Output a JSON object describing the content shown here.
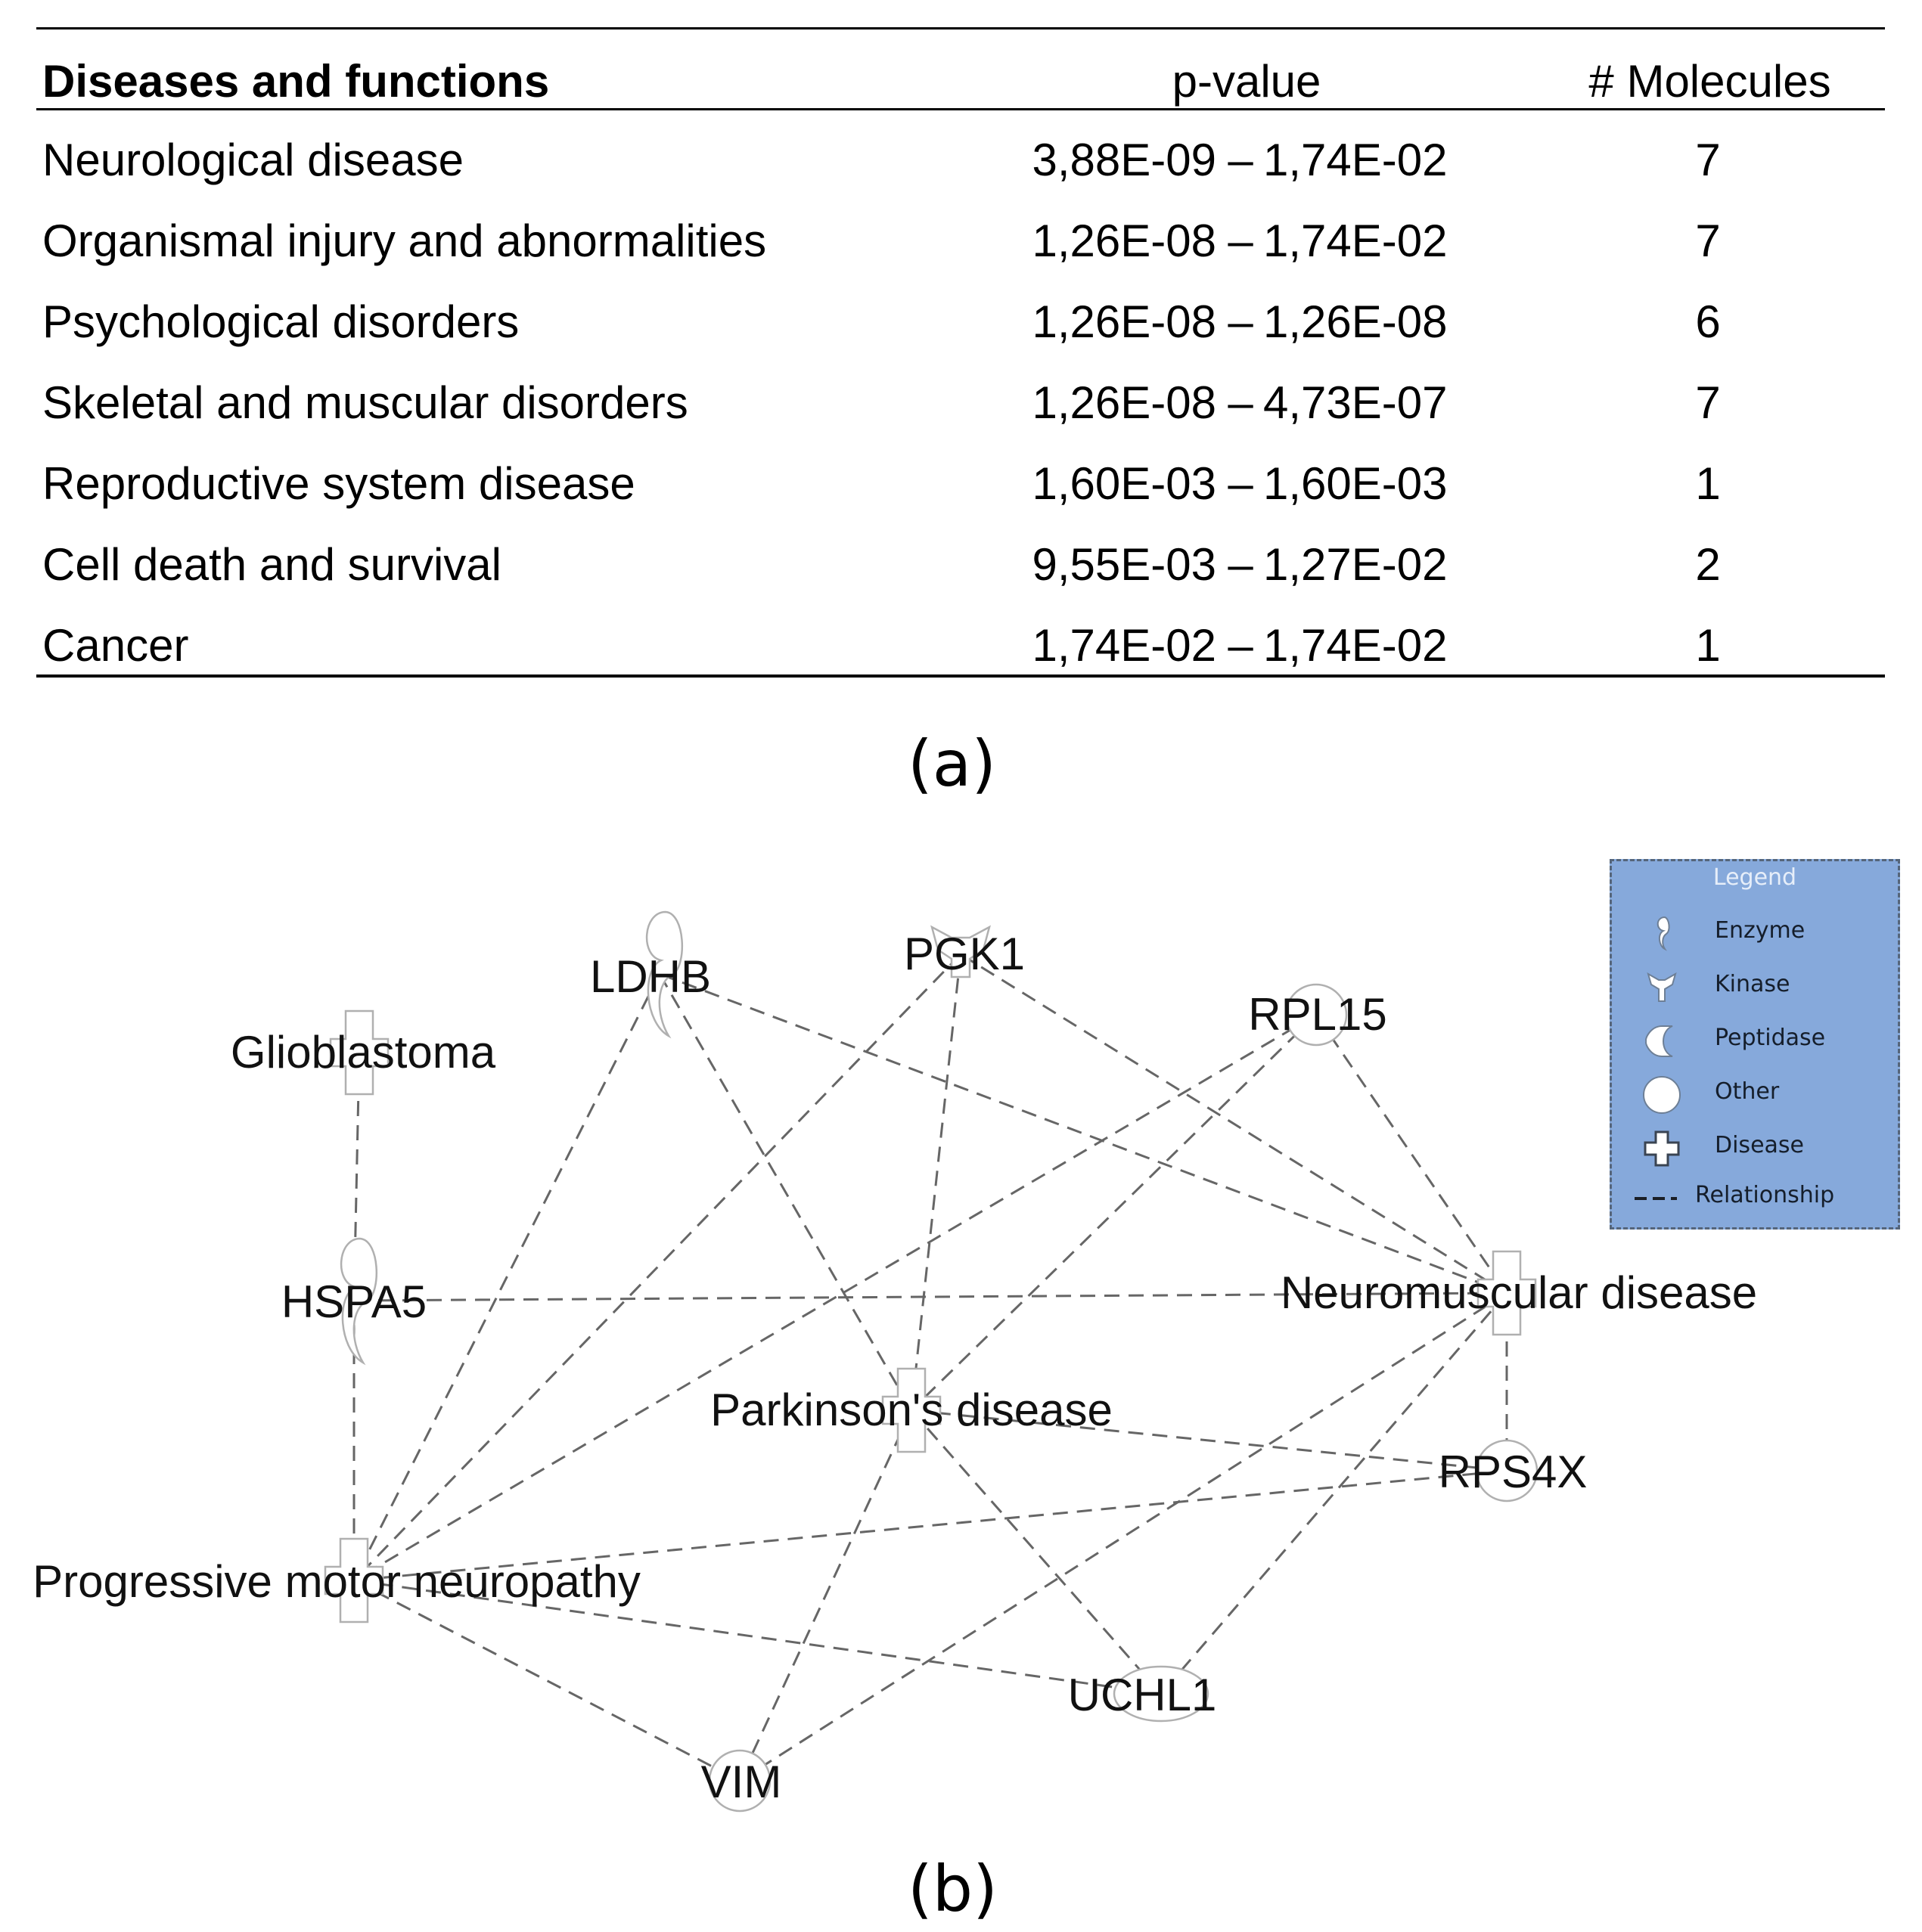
{
  "table": {
    "headers": {
      "disease": "Diseases and functions",
      "pvalue": "p-value",
      "molecules": "# Molecules"
    },
    "dash": "–",
    "rows": [
      {
        "name": "Neurological disease",
        "p_low": "3,88E-09",
        "p_high": "1,74E-02",
        "molecules": "7"
      },
      {
        "name": "Organismal injury and abnormalities",
        "p_low": "1,26E-08",
        "p_high": "1,74E-02",
        "molecules": "7"
      },
      {
        "name": "Psychological disorders",
        "p_low": "1,26E-08",
        "p_high": "1,26E-08",
        "molecules": "6"
      },
      {
        "name": "Skeletal and muscular disorders",
        "p_low": "1,26E-08",
        "p_high": "4,73E-07",
        "molecules": "7"
      },
      {
        "name": "Reproductive system disease",
        "p_low": "1,60E-03",
        "p_high": "1,60E-03",
        "molecules": "1"
      },
      {
        "name": "Cell death and survival",
        "p_low": "9,55E-03",
        "p_high": "1,27E-02",
        "molecules": "2"
      },
      {
        "name": "Cancer",
        "p_low": "1,74E-02",
        "p_high": "1,74E-02",
        "molecules": "1"
      }
    ]
  },
  "panel_labels": {
    "a": "(a)",
    "b": "(b)"
  },
  "network": {
    "nodes": [
      {
        "id": "glioblastoma",
        "label": "Glioblastoma",
        "type": "disease"
      },
      {
        "id": "ldhb",
        "label": "LDHB",
        "type": "enzyme"
      },
      {
        "id": "pgk1",
        "label": "PGK1",
        "type": "kinase"
      },
      {
        "id": "rpl15",
        "label": "RPL15",
        "type": "other"
      },
      {
        "id": "hspa5",
        "label": "HSPA5",
        "type": "enzyme"
      },
      {
        "id": "neuromuscular",
        "label": "Neuromuscular disease",
        "type": "disease"
      },
      {
        "id": "parkinsons",
        "label": "Parkinson's disease",
        "type": "disease"
      },
      {
        "id": "rps4x",
        "label": "RPS4X",
        "type": "other"
      },
      {
        "id": "progressive",
        "label": "Progressive motor neuropathy",
        "type": "disease"
      },
      {
        "id": "uchl1",
        "label": "UCHL1",
        "type": "peptidase"
      },
      {
        "id": "vim",
        "label": "VIM",
        "type": "other"
      }
    ],
    "edges": [
      [
        "glioblastoma",
        "hspa5"
      ],
      [
        "hspa5",
        "progressive"
      ],
      [
        "hspa5",
        "neuromuscular"
      ],
      [
        "ldhb",
        "progressive"
      ],
      [
        "ldhb",
        "neuromuscular"
      ],
      [
        "ldhb",
        "parkinsons"
      ],
      [
        "pgk1",
        "progressive"
      ],
      [
        "pgk1",
        "parkinsons"
      ],
      [
        "pgk1",
        "neuromuscular"
      ],
      [
        "rpl15",
        "progressive"
      ],
      [
        "rpl15",
        "parkinsons"
      ],
      [
        "rpl15",
        "neuromuscular"
      ],
      [
        "neuromuscular",
        "rps4x"
      ],
      [
        "neuromuscular",
        "uchl1"
      ],
      [
        "neuromuscular",
        "vim"
      ],
      [
        "parkinsons",
        "rps4x"
      ],
      [
        "parkinsons",
        "vim"
      ],
      [
        "parkinsons",
        "uchl1"
      ],
      [
        "progressive",
        "rps4x"
      ],
      [
        "progressive",
        "uchl1"
      ],
      [
        "progressive",
        "vim"
      ]
    ]
  },
  "legend": {
    "title": "Legend",
    "items": [
      {
        "label": "Enzyme",
        "icon": "enzyme-icon"
      },
      {
        "label": "Kinase",
        "icon": "kinase-icon"
      },
      {
        "label": "Peptidase",
        "icon": "peptidase-icon"
      },
      {
        "label": "Other",
        "icon": "other-icon"
      },
      {
        "label": "Disease",
        "icon": "disease-icon"
      },
      {
        "label": "Relationship",
        "icon": "relationship-icon"
      }
    ]
  },
  "colors": {
    "legend_background": "#86a9db",
    "edge": "#666666",
    "node_outline": "#b0b0b0"
  }
}
